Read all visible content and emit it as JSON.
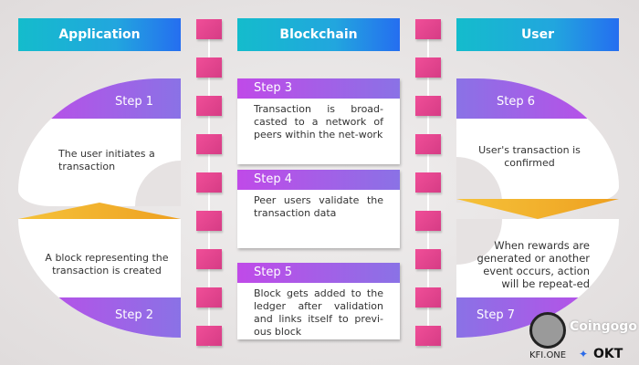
{
  "headers": {
    "application": "Application",
    "blockchain": "Blockchain",
    "user": "User"
  },
  "steps": {
    "step1": {
      "label": "Step 1",
      "text": "The user initiates a transaction"
    },
    "step2": {
      "label": "Step 2",
      "text": "A block representing the transaction is created"
    },
    "step3": {
      "label": "Step 3",
      "text": "Transaction is broad-casted to a network of peers within the net-work"
    },
    "step4": {
      "label": "Step 4",
      "text": "Peer users validate the transaction data"
    },
    "step5": {
      "label": "Step 5",
      "text": "Block gets added to the ledger after validation and links itself to previ-ous block"
    },
    "step6": {
      "label": "Step 6",
      "text": "User's transaction is confirmed"
    },
    "step7": {
      "label": "Step 7",
      "text": "When rewards are generated or another event occurs, action will be repeat-ed"
    }
  },
  "watermark": {
    "brand": "Coingogo",
    "kfi": "KFI.ONE",
    "okt": "OKT"
  },
  "colors": {
    "header": "#22a6de",
    "square": "#e0468e",
    "band": "#a85ee8",
    "arrow": "#f0b030"
  }
}
